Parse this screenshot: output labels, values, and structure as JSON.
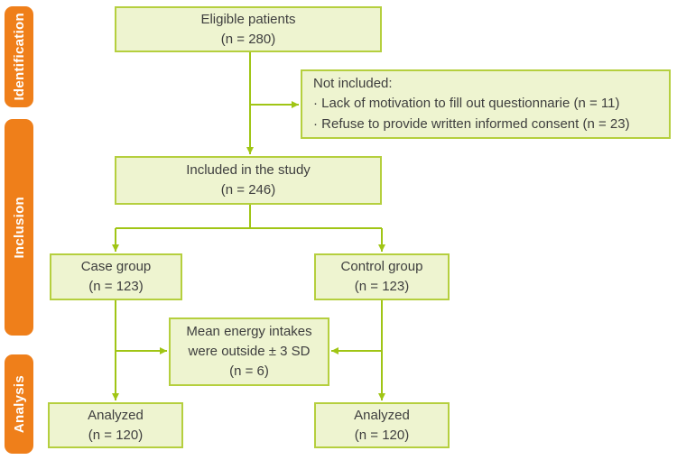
{
  "colors": {
    "orange": "#ef7f1a",
    "fill": "#eef4d0",
    "border": "#b5cf3e",
    "arrow": "#a0c515",
    "text": "#3e3e3e",
    "tabtext": "#ffffff",
    "bg": "#ffffff"
  },
  "stages": [
    {
      "label": "Identification"
    },
    {
      "label": "Inclusion"
    },
    {
      "label": "Analysis"
    }
  ],
  "boxes": {
    "eligible": {
      "line1": "Eligible patients",
      "line2": "(n = 280)"
    },
    "not_included": {
      "title": "Not included:",
      "items": [
        "· Lack of motivation to fill out questionnarie (n = 11)",
        "· Refuse to provide written informed consent (n = 23)"
      ]
    },
    "included": {
      "line1": "Included in the study",
      "line2": "(n = 246)"
    },
    "case_group": {
      "line1": "Case group",
      "line2": "(n = 123)"
    },
    "control_group": {
      "line1": "Control group",
      "line2": "(n = 123)"
    },
    "excluded": {
      "line1": "Mean energy intakes",
      "line2": "were outside ± 3 SD",
      "line3": "(n = 6)"
    },
    "analyzed_case": {
      "line1": "Analyzed",
      "line2": "(n = 120)"
    },
    "analyzed_control": {
      "line1": "Analyzed",
      "line2": "(n = 120)"
    }
  }
}
